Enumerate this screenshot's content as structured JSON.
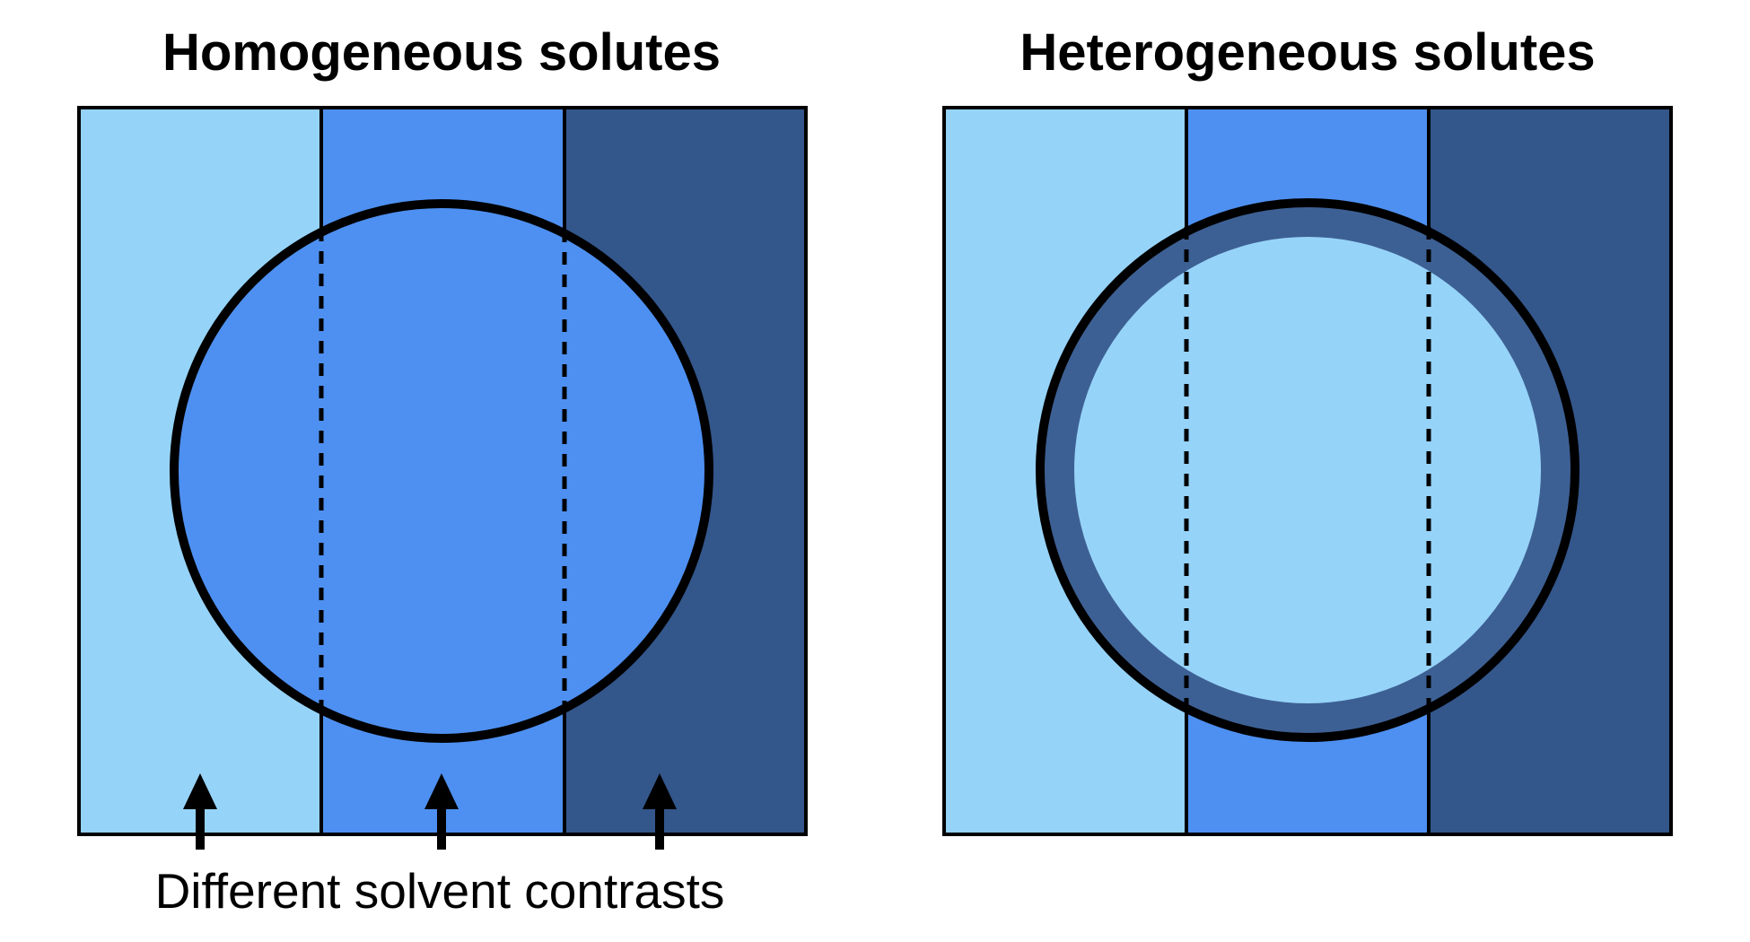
{
  "figure": {
    "left_panel": {
      "title": "Homogeneous solutes",
      "caption": "Different solvent contrasts",
      "solute_type": "homogeneous",
      "solute_fill_matches": "medium_solvent"
    },
    "right_panel": {
      "title": "Heterogeneous solutes",
      "solute_type": "heterogeneous-core-shell",
      "shell_fill_matches": "shell",
      "core_fill_matches": "light_solvent"
    },
    "solvent_stripes": [
      {
        "name": "light solvent contrast"
      },
      {
        "name": "medium solvent contrast"
      },
      {
        "name": "dark solvent contrast"
      }
    ],
    "arrow_count": 3
  },
  "colors": {
    "light_solvent": "#96d3f8",
    "medium_solvent": "#4e90f1",
    "dark_solvent": "#33568b",
    "shell": "#3d6094",
    "outline": "#000000",
    "background": "#ffffff"
  }
}
